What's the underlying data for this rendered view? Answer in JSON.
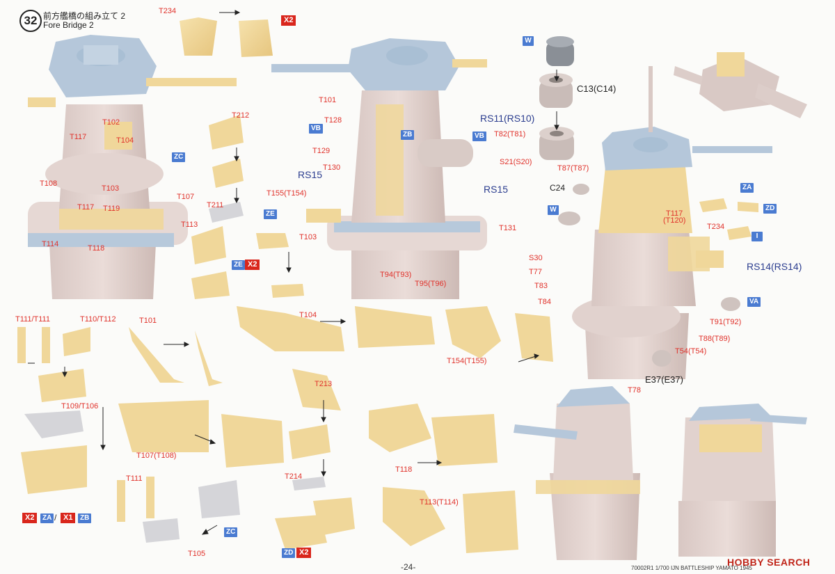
{
  "header": {
    "step_number": "32",
    "title_jp": "前方艦橋の組み立て 2",
    "title_en": "Fore Bridge 2"
  },
  "colors": {
    "label": "#e0312a",
    "label_blue": "#2b3d8f",
    "badge_blue": "#4a7bd1",
    "badge_red": "#d9261c",
    "part_tan": "#f0d79a",
    "part_grey_blue": "#aec3d6",
    "hull_pink": "#e2d2ce"
  },
  "labels": {
    "t234_top": "T234",
    "x2_top": "X2",
    "t212": "T212",
    "t211": "T211",
    "t102": "T102",
    "t117_l": "T117",
    "t104_l": "T104",
    "t103_l": "T103",
    "t107_l": "T107",
    "t108": "T108",
    "t117_b": "T117",
    "t119": "T119",
    "t113_l": "T113",
    "t114": "T114",
    "t118_l": "T118",
    "zc_badge_top": "ZC",
    "ze_badge": "ZE",
    "ze_x2_badge": "ZE",
    "x2_ze": "X2",
    "t103_mid": "T103",
    "t101_mid": "T101",
    "t128": "T128",
    "vb_badge_a": "VB",
    "zb_badge": "ZB",
    "rs11": "RS11(RS10)",
    "vb_badge_b": "VB",
    "t82": "T82(T81)",
    "t129": "T129",
    "t130": "T130",
    "s21": "S21(S20)",
    "rs15_a": "RS15",
    "rs15_b": "RS15",
    "t155_154": "T155(T154)",
    "t131": "T131",
    "t94_93": "T94(T93)",
    "t95_96": "T95(T96)",
    "w_badge_top": "W",
    "c13": "C13(C14)",
    "t87": "T87(T87)",
    "c24": "C24",
    "w_badge_mid": "W",
    "za_badge": "ZA",
    "zd_badge": "ZD",
    "t117_120": "T117",
    "t120": "(T120)",
    "t234_r": "T234",
    "i_badge": "I",
    "rs14": "RS14(RS14)",
    "s30": "S30",
    "t77": "T77",
    "t83": "T83",
    "t84": "T84",
    "va_badge": "VA",
    "t91_92": "T91(T92)",
    "t88_89": "T88(T89)",
    "t54": "T54(T54)",
    "e37": "E37(E37)",
    "t78": "T78",
    "t111_top": "T111/T111",
    "t110_112": "T110/T112",
    "t101_low": "T101",
    "t104_low": "T104",
    "t154_155": "T154(T155)",
    "t109_106": "T109/T106",
    "t213": "T213",
    "t107_108": "T107(T108)",
    "t214": "T214",
    "t118_low": "T118",
    "t111_low": "T111",
    "t113_114": "T113(T114)",
    "t105": "T105",
    "zc_badge_low": "ZC",
    "zd_badge_low": "ZD",
    "x2_zd": "X2",
    "x2_left": "X2",
    "za_left": "ZA",
    "x1_left": "X1",
    "zb_left": "ZB",
    "slash": "/"
  },
  "footer": {
    "page": "-24-",
    "model": "70002R1   1/700 IJN BATTLESHIP YAMATO 1945",
    "brand": "HOBBY SEARCH"
  }
}
